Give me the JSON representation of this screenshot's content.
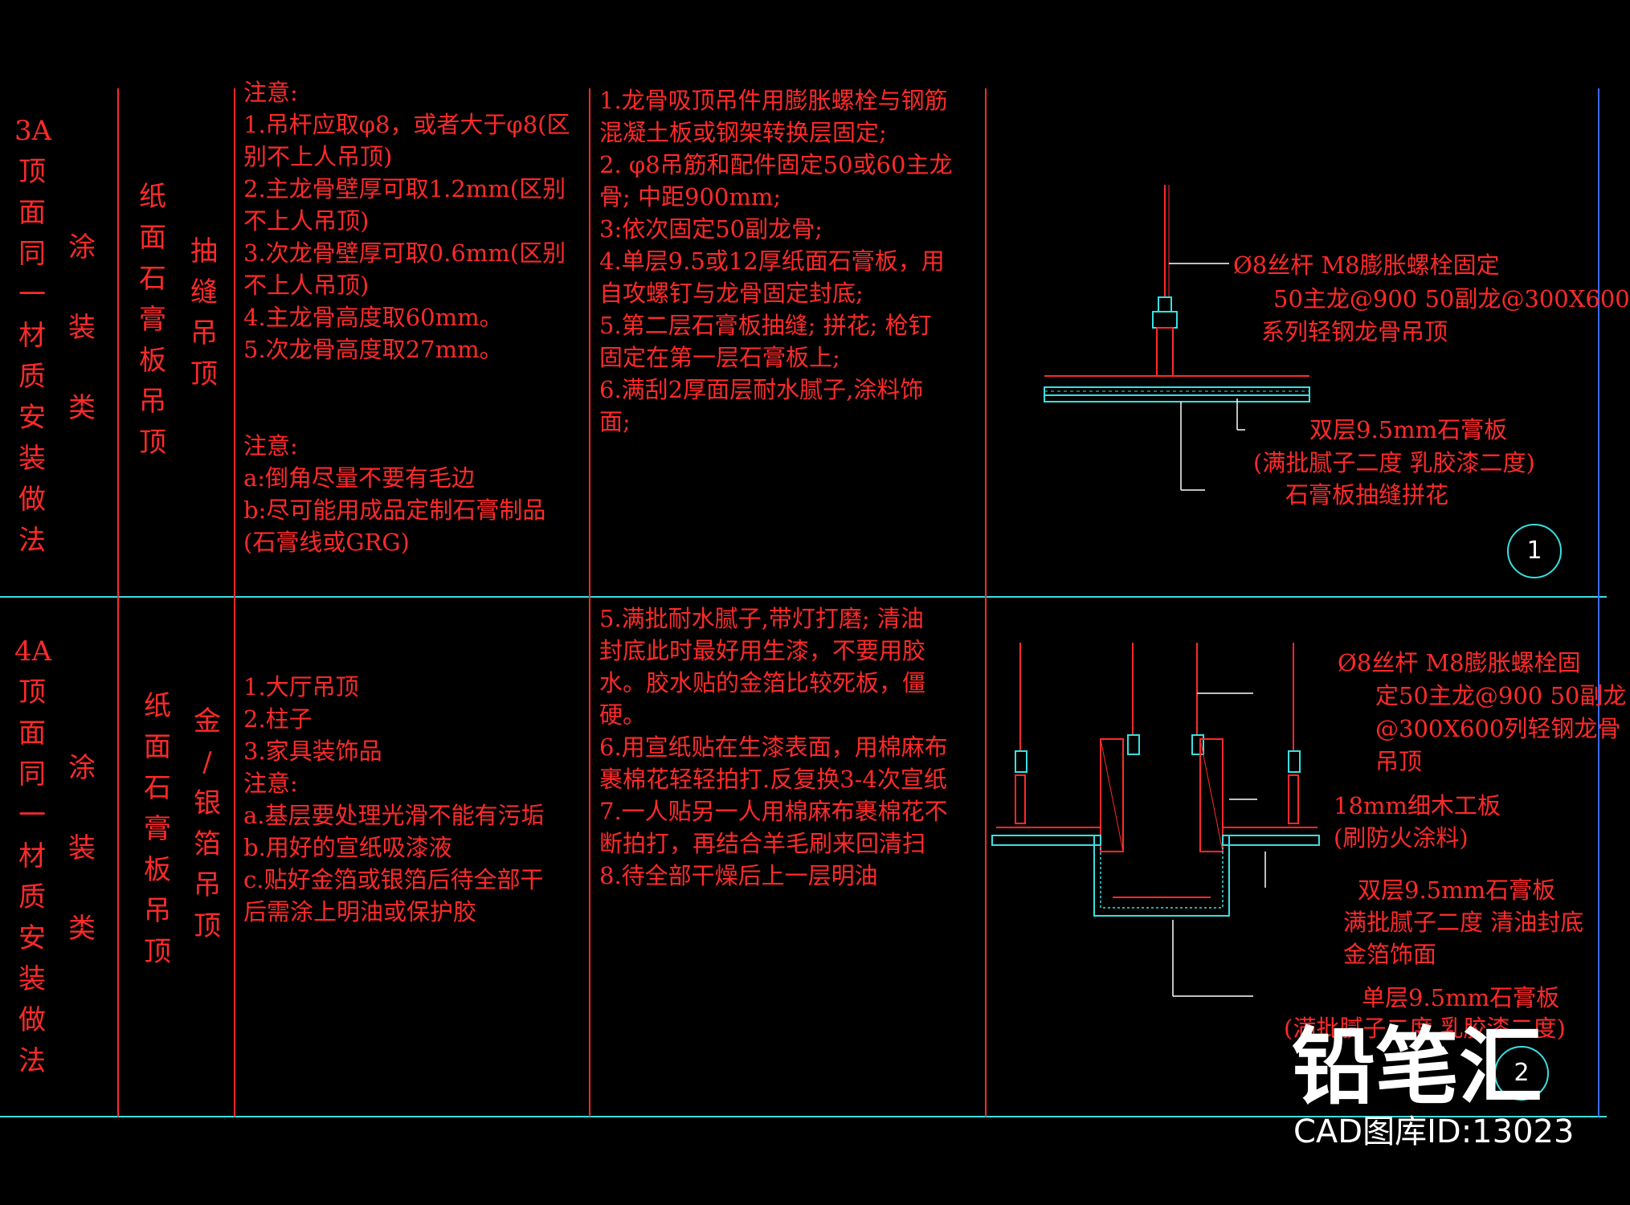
{
  "rows": [
    {
      "code_col": [
        "3A",
        "顶",
        "面",
        "同",
        "一",
        "材",
        "质",
        "安",
        "装",
        "做",
        "法"
      ],
      "category_col": [
        "涂",
        "装",
        "类"
      ],
      "material_col": [
        "纸",
        "面",
        "石",
        "膏",
        "板",
        "吊",
        "顶"
      ],
      "type_col": [
        "抽",
        "缝",
        "吊",
        "顶"
      ],
      "notes": [
        "注意:",
        "1.吊杆应取φ8，或者大于φ8(区",
        "别不上人吊顶)",
        "2.主龙骨壁厚可取1.2mm(区别",
        "不上人吊顶)",
        "3.次龙骨壁厚可取0.6mm(区别",
        "不上人吊顶)",
        "4.主龙骨高度取60mm。",
        "5.次龙骨高度取27mm。",
        "",
        "",
        "注意:",
        "a:倒角尽量不要有毛边",
        "b:尽可能用成品定制石膏制品",
        "(石膏线或GRG)"
      ],
      "steps": [
        "1.龙骨吸顶吊件用膨胀螺栓与钢筋",
        "混凝土板或钢架转换层固定;",
        "2. φ8吊筋和配件固定50或60主龙",
        "骨; 中距900mm;",
        "3:依次固定50副龙骨;",
        "4.单层9.5或12厚纸面石膏板，用",
        "自攻螺钉与龙骨固定封底;",
        "5.第二层石膏板抽缝; 拼花; 枪钉",
        "固定在第一层石膏板上;",
        "6.满刮2厚面层耐水腻子,涂料饰",
        "面;"
      ],
      "labels": [
        "Ø8丝杆 M8膨胀螺栓固定",
        "50主龙@900  50副龙@300X600",
        "系列轻钢龙骨吊顶",
        "双层9.5mm石膏板",
        "(满批腻子二度 乳胶漆二度)",
        "石膏板抽缝拼花"
      ],
      "number": "1"
    },
    {
      "code_col": [
        "4A",
        "顶",
        "面",
        "同",
        "一",
        "材",
        "质",
        "安",
        "装",
        "做",
        "法"
      ],
      "category_col": [
        "涂",
        "装",
        "类"
      ],
      "material_col": [
        "纸",
        "面",
        "石",
        "膏",
        "板",
        "吊",
        "顶"
      ],
      "type_col": [
        "金",
        "/",
        "银",
        "箔",
        "吊",
        "顶"
      ],
      "notes": [
        "1.大厅吊顶",
        "2.柱子",
        "3.家具装饰品",
        "注意:",
        "a.基层要处理光滑不能有污垢",
        "b.用好的宣纸吸漆液",
        "c.贴好金箔或银箔后待全部干",
        "后需涂上明油或保护胶"
      ],
      "steps": [
        "5.满批耐水腻子,带灯打磨; 清油",
        "封底此时最好用生漆，不要用胶",
        "水。胶水贴的金箔比较死板，僵",
        "硬。",
        "6.用宣纸贴在生漆表面，用棉麻布",
        "裹棉花轻轻拍打.反复换3-4次宣纸",
        "7.一人贴另一人用棉麻布裹棉花不",
        "断拍打，再结合羊毛刷来回清扫",
        "8.待全部干燥后上一层明油"
      ],
      "labels": [
        "Ø8丝杆 M8膨胀螺栓固",
        "定50主龙@900 50副龙",
        "@300X600列轻钢龙骨",
        "吊顶",
        "18mm细木工板",
        "(刷防火涂料)",
        "双层9.5mm石膏板",
        "满批腻子二度 清油封底",
        "金箔饰面",
        "单层9.5mm石膏板",
        "(满批腻子二度 乳胶漆二度)"
      ],
      "number": "2"
    }
  ],
  "brand": {
    "logo": "铅笔汇",
    "id": "CAD图库ID:13023"
  },
  "colors": {
    "text": "#ff2a2a",
    "grid_line": "#ff2a2a",
    "border": "#38e0e0",
    "drawing": "#38e0e0",
    "bg": "#000000"
  }
}
